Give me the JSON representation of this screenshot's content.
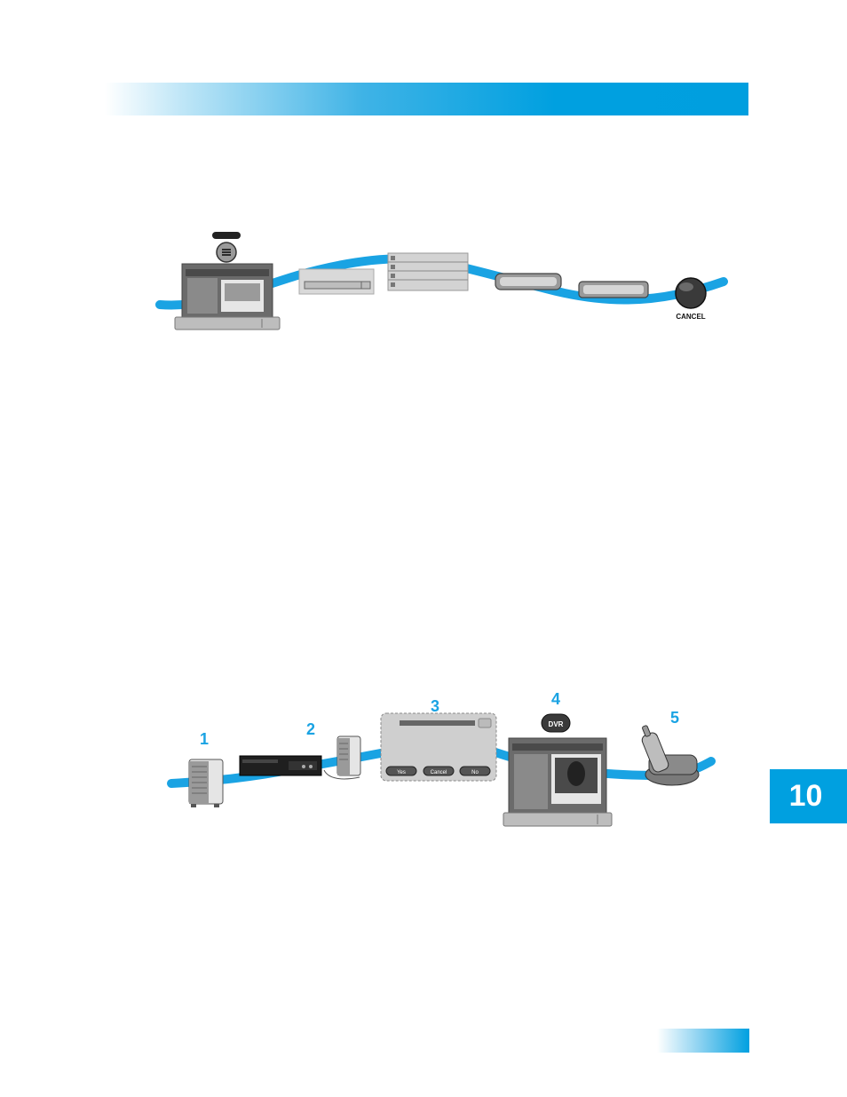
{
  "chapter": {
    "number": "10"
  },
  "figure_top": {
    "cancel_label": "CANCEL",
    "colors": {
      "ribbon": "#1aa3e3"
    }
  },
  "figure_bottom": {
    "steps": [
      "1",
      "2",
      "3",
      "4",
      "5"
    ],
    "dialog_buttons": [
      "Yes",
      "Cancel",
      "No"
    ],
    "dvr_label": "DVR",
    "colors": {
      "ribbon": "#1aa3e3",
      "step_numbers": "#1aa3e3"
    }
  }
}
